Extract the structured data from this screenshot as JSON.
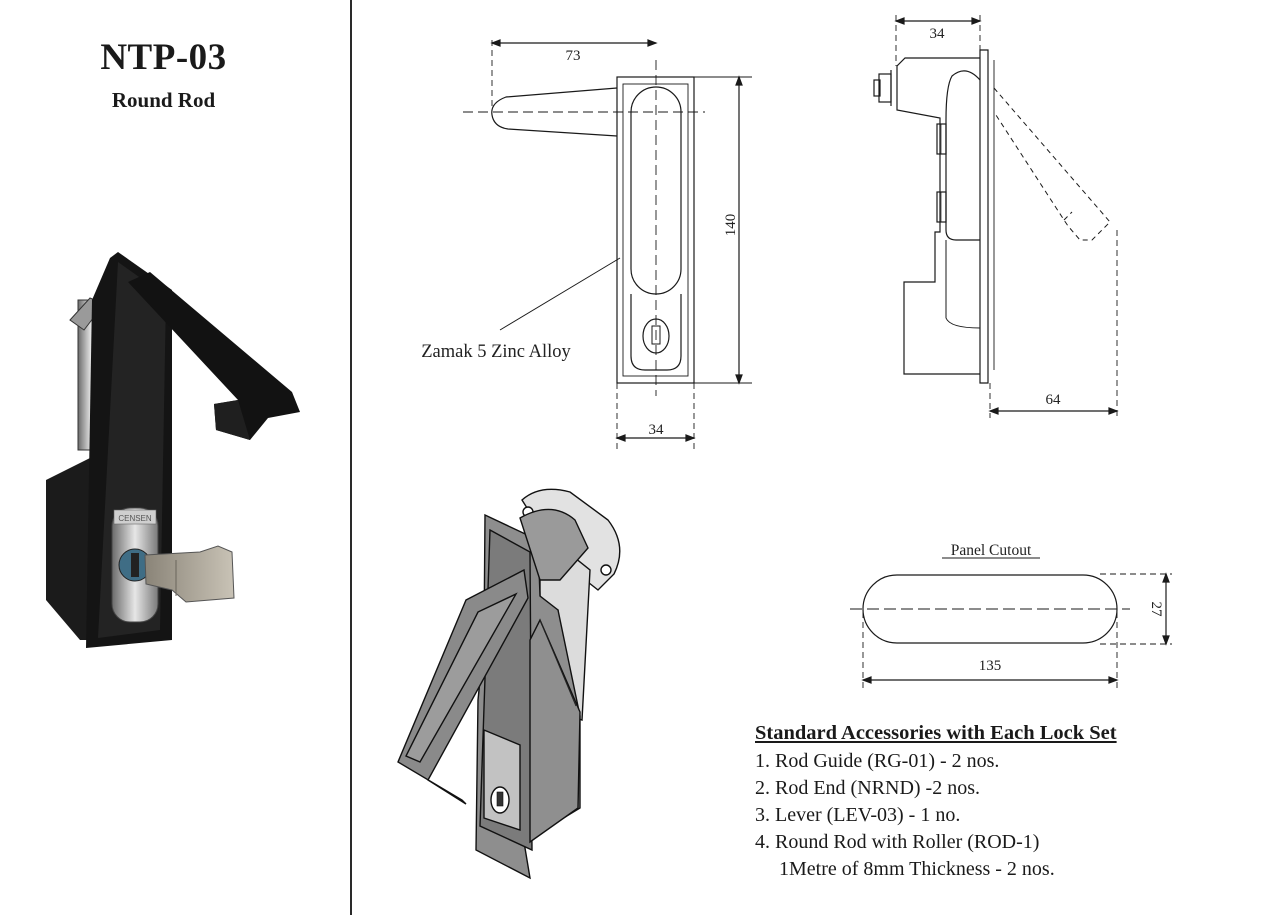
{
  "product": {
    "code": "NTP-03",
    "subtitle": "Round Rod"
  },
  "drawing": {
    "front_view": {
      "width_lever": "73",
      "height": "140",
      "width_body": "34",
      "material_callout": "Zamak 5 Zinc Alloy"
    },
    "side_view": {
      "depth": "34",
      "lever_reach": "64"
    },
    "panel_cutout": {
      "label": "Panel Cutout",
      "length": "135",
      "height": "27"
    },
    "photo_badge_text": "CENSEN"
  },
  "accessories": {
    "title": "Standard Accessories with Each Lock Set",
    "items": [
      "1. Rod Guide (RG-01) - 2 nos.",
      "2. Rod End (NRND) -2 nos.",
      "3. Lever (LEV-03) - 1 no.",
      "4. Round Rod with Roller (ROD-1)",
      "1Metre of 8mm Thickness - 2 nos."
    ]
  },
  "colors": {
    "line": "#1a1a1a",
    "photo_body": "#161616",
    "render_gray": "#8c8c8c",
    "render_light": "#d9d9d9"
  }
}
